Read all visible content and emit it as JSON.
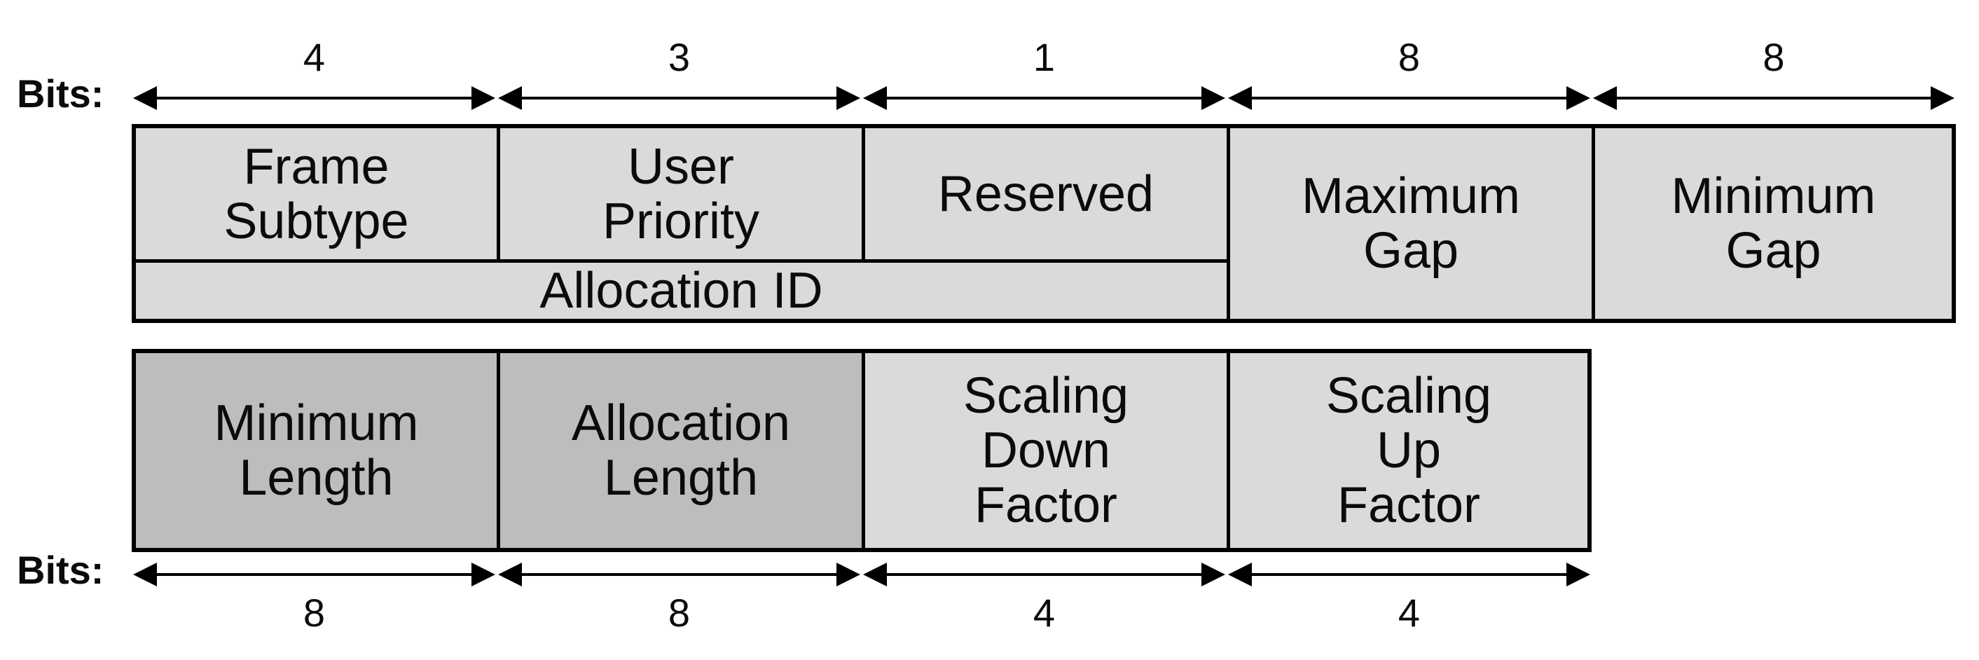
{
  "colors": {
    "background": "#ffffff",
    "cell_light": "#dadada",
    "cell_dark": "#bebcbc",
    "line": "#000000"
  },
  "top_section": {
    "bits_label": "Bits:",
    "fields": [
      {
        "label": "Frame\nSubtype",
        "bits": "4"
      },
      {
        "label": "User\nPriority",
        "bits": "3"
      },
      {
        "label": "Reserved",
        "bits": "1"
      },
      {
        "label": "Maximum\nGap",
        "bits": "8"
      },
      {
        "label": "Minimum\nGap",
        "bits": "8"
      }
    ],
    "spanning_field": {
      "label": "Allocation ID"
    }
  },
  "bottom_section": {
    "bits_label": "Bits:",
    "fields": [
      {
        "label": "Minimum\nLength",
        "bits": "8"
      },
      {
        "label": "Allocation\nLength",
        "bits": "8"
      },
      {
        "label": "Scaling\nDown\nFactor",
        "bits": "4"
      },
      {
        "label": "Scaling\nUp\nFactor",
        "bits": "4"
      }
    ]
  }
}
